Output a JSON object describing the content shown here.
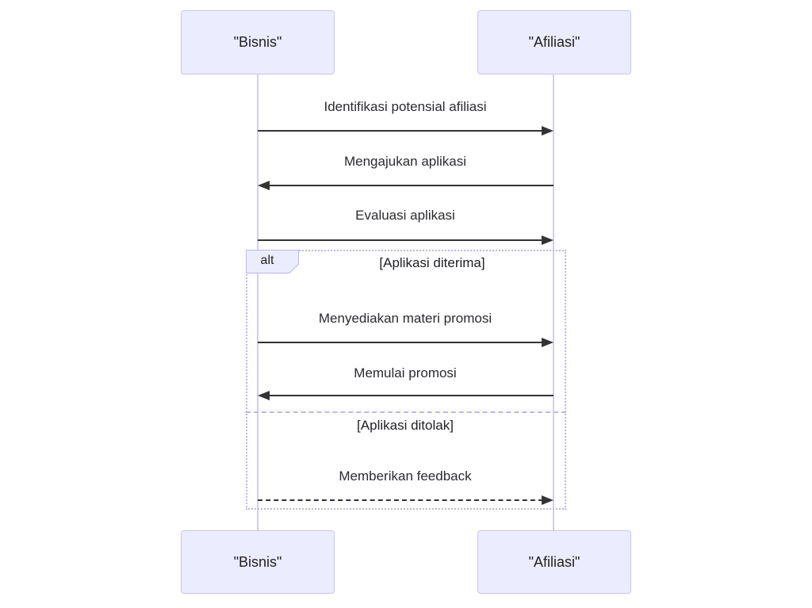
{
  "diagram": {
    "type": "sequence",
    "actors": [
      {
        "id": "bisnis",
        "name": "\"Bisnis\""
      },
      {
        "id": "afiliasi",
        "name": "\"Afiliasi\""
      }
    ],
    "messages": [
      {
        "from": "Bisnis",
        "to": "Afiliasi",
        "label": "Identifikasi potensial afiliasi",
        "line": "solid",
        "direction": "right"
      },
      {
        "from": "Afiliasi",
        "to": "Bisnis",
        "label": "Mengajukan aplikasi",
        "line": "solid",
        "direction": "left"
      },
      {
        "from": "Bisnis",
        "to": "Afiliasi",
        "label": "Evaluasi aplikasi",
        "line": "solid",
        "direction": "right"
      },
      {
        "from": "Bisnis",
        "to": "Afiliasi",
        "label": "Menyediakan materi promosi",
        "line": "solid",
        "direction": "right"
      },
      {
        "from": "Afiliasi",
        "to": "Bisnis",
        "label": "Memulai promosi",
        "line": "solid",
        "direction": "left"
      },
      {
        "from": "Bisnis",
        "to": "Afiliasi",
        "label": "Memberikan feedback",
        "line": "dashed",
        "direction": "right"
      }
    ],
    "alt_block": {
      "keyword": "alt",
      "branches": [
        {
          "condition": "[Aplikasi diterima]"
        },
        {
          "condition": "[Aplikasi ditolak]"
        }
      ]
    },
    "colors": {
      "actor_fill": "#ECECFF",
      "actor_border": "#c9c4f0",
      "lifeline": "#d2cdf0",
      "frame_border": "#bdb6ea",
      "arrow": "#333333",
      "text": "#2b2b30"
    }
  }
}
